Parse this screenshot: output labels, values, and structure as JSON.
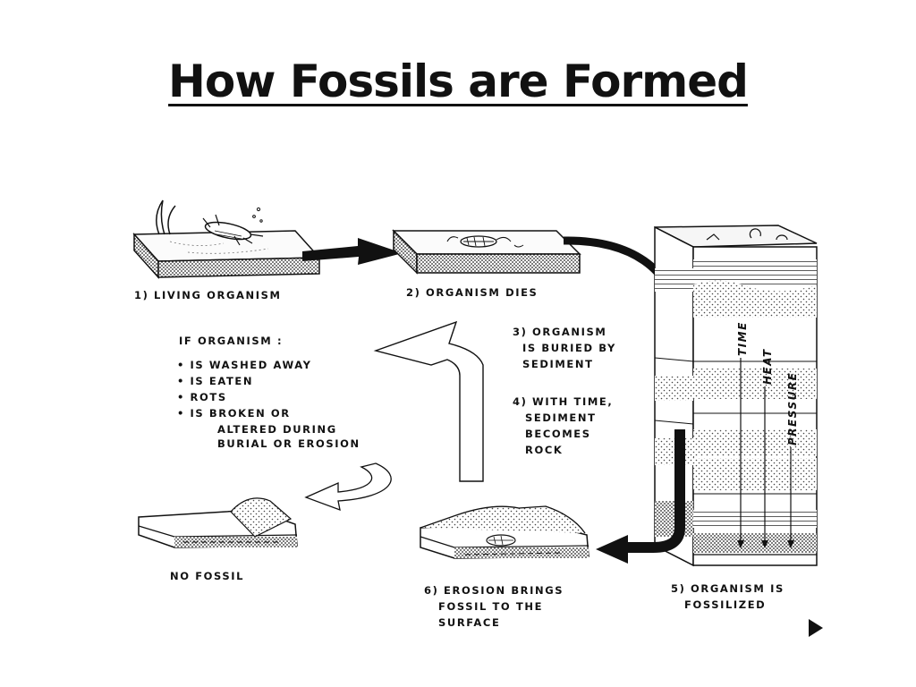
{
  "title": "How Fossils are Formed",
  "steps": {
    "s1": "1)  LIVING ORGANISM",
    "s2": "2)  ORGANISM DIES",
    "s3": [
      "3)  ORGANISM",
      "IS BURIED BY",
      "SEDIMENT"
    ],
    "s4": [
      "4)  WITH TIME,",
      "SEDIMENT",
      "BECOMES",
      "ROCK"
    ],
    "s5": [
      "5)  ORGANISM IS",
      "FOSSILIZED"
    ],
    "s6": [
      "6)  EROSION BRINGS",
      "FOSSIL TO THE",
      "SURFACE"
    ]
  },
  "failure": {
    "heading": "IF ORGANISM :",
    "items": [
      "•  IS  WASHED AWAY",
      "•  IS  EATEN",
      "•  ROTS",
      "•  IS  BROKEN OR"
    ],
    "continued": [
      "ALTERED DURING",
      "BURIAL OR EROSION"
    ],
    "result": "NO FOSSIL"
  },
  "forces": [
    "TIME",
    "HEAT",
    "PRESSURE"
  ]
}
